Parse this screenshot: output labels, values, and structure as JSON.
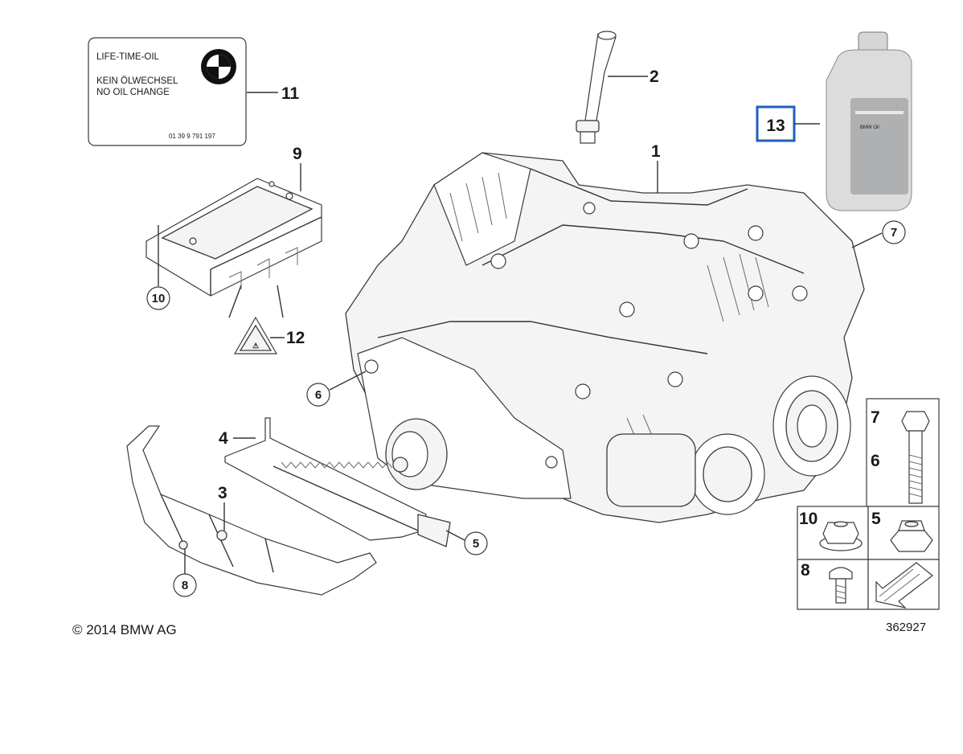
{
  "label_card": {
    "line1": "LIFE-TIME-OIL",
    "line2": "KEIN ÖLWECHSEL",
    "line3": "NO OIL CHANGE",
    "part_no": "01 39 9 791 197"
  },
  "callouts": {
    "c1": "1",
    "c2": "2",
    "c3": "3",
    "c4": "4",
    "c5": "5",
    "c6": "6",
    "c7": "7",
    "c8": "8",
    "c9": "9",
    "c10": "10",
    "c11": "11",
    "c12": "12",
    "c13": "13"
  },
  "hardware_table": {
    "r1_a": "7",
    "r1_b": "6",
    "r2_a": "10",
    "r2_b": "5",
    "r3_a": "8"
  },
  "footer": {
    "copyright": "© 2014 BMW AG",
    "diagram_id": "362927"
  },
  "colors": {
    "highlight": "#1f5fbf",
    "line": "#333333"
  }
}
